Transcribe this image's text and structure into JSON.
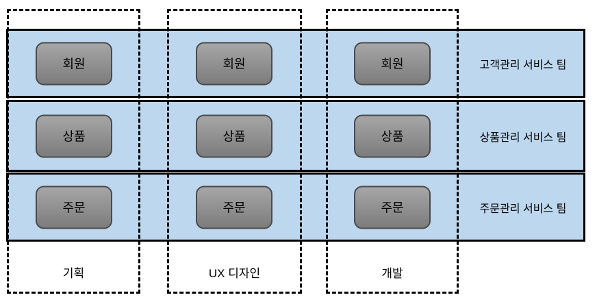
{
  "diagram": {
    "type": "matrix-organization",
    "colors": {
      "row_fill": "#BDD7EE",
      "row_border": "#000000",
      "box_gradient_top": "#A6A6A6",
      "box_gradient_bottom": "#7C7C7C",
      "box_border": "#4A4A4A",
      "dashed_border": "#000000",
      "text": "#000000",
      "background": "#FFFFFF"
    },
    "columns": [
      {
        "label": "기획"
      },
      {
        "label": "UX 디자인"
      },
      {
        "label": "개발"
      }
    ],
    "rows": [
      {
        "team": "고객관리 서비스 팀",
        "cells": [
          "회원",
          "회원",
          "회원"
        ]
      },
      {
        "team": "상품관리 서비스 팀",
        "cells": [
          "상품",
          "상품",
          "상품"
        ]
      },
      {
        "team": "주문관리 서비스 팀",
        "cells": [
          "주문",
          "주문",
          "주문"
        ]
      }
    ]
  }
}
